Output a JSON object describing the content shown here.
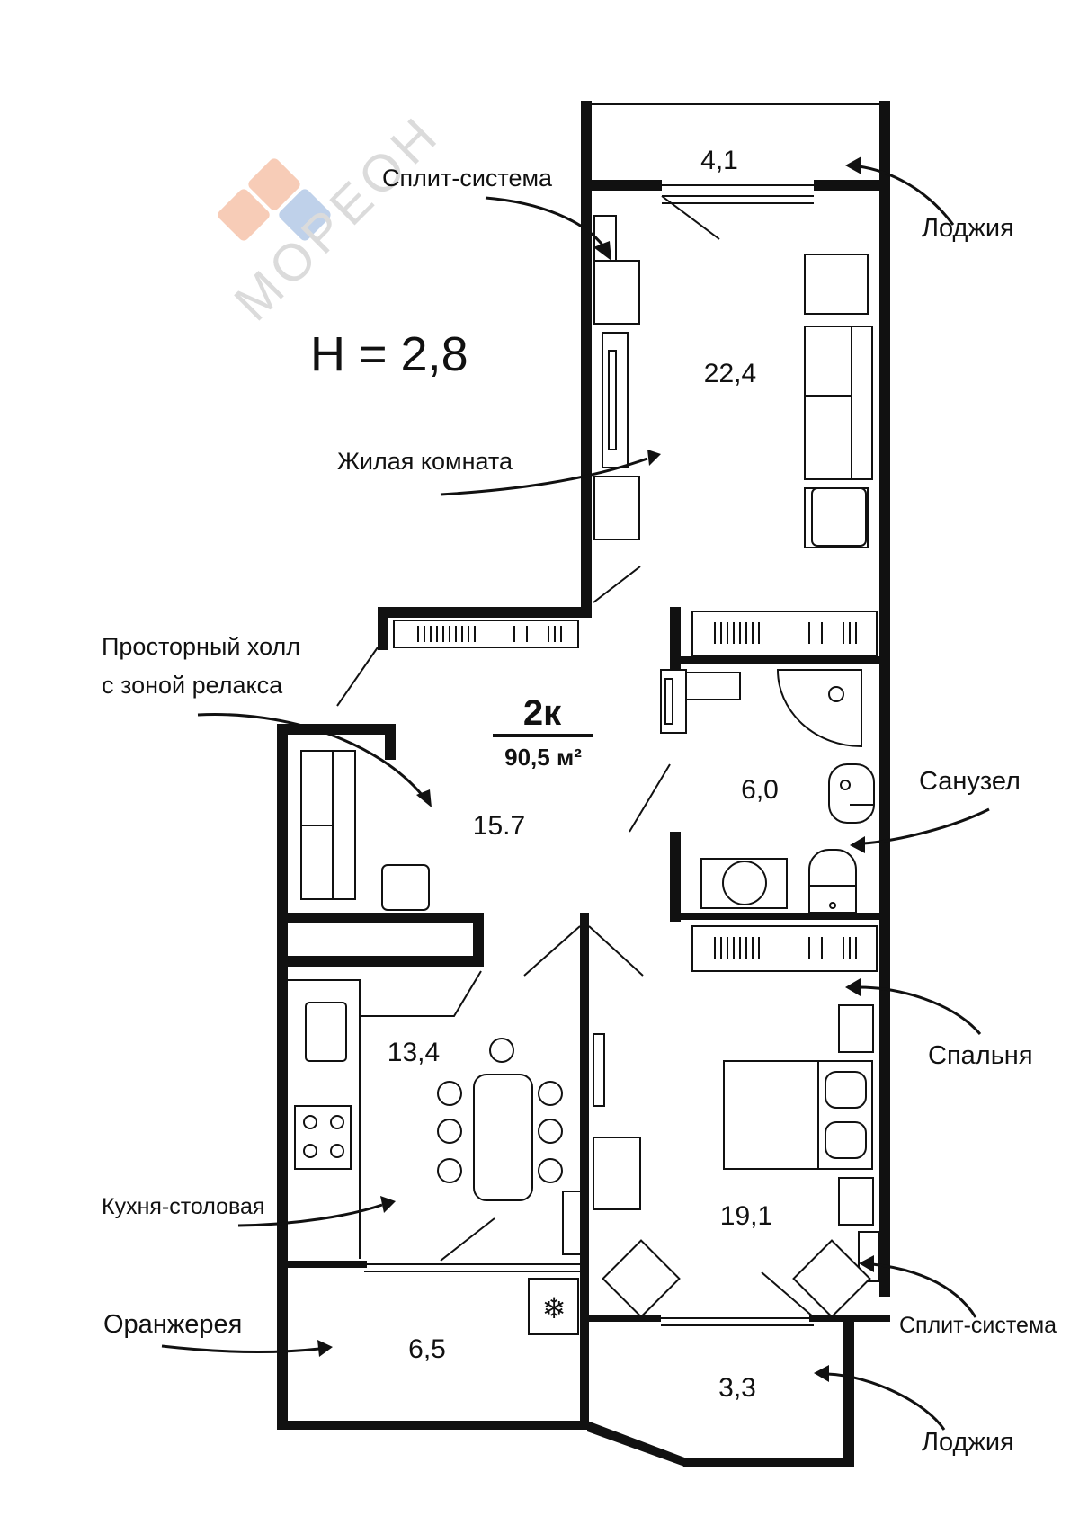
{
  "watermark": {
    "text": "МОРЕОН",
    "colors": {
      "orange": "#f7c7b0",
      "blue": "#b9cde8",
      "gray": "#d8d8d8"
    }
  },
  "ceiling_height": "H = 2,8",
  "apartment": {
    "type": "2к",
    "area": "90,5 м²"
  },
  "rooms": {
    "loggia_top": "4,1",
    "living": "22,4",
    "hall": "15.7",
    "bath": "6,0",
    "kitchen": "13,4",
    "bedroom": "19,1",
    "greenhouse": "6,5",
    "loggia_bottom": "3,3"
  },
  "callouts": {
    "split_top": "Сплит-система",
    "loggia_top": "Лоджия",
    "living": "Жилая комната",
    "hall_line1": "Просторный холл",
    "hall_line2": "с зоной релакса",
    "bath": "Санузел",
    "bedroom": "Спальня",
    "kitchen": "Кухня-столовая",
    "split_bottom": "Сплит-система",
    "greenhouse": "Оранжерея",
    "loggia_bottom": "Лоджия"
  },
  "icons": {
    "ac_unit": "snowflake-icon"
  },
  "colors": {
    "ink": "#111111",
    "paper": "#ffffff"
  }
}
